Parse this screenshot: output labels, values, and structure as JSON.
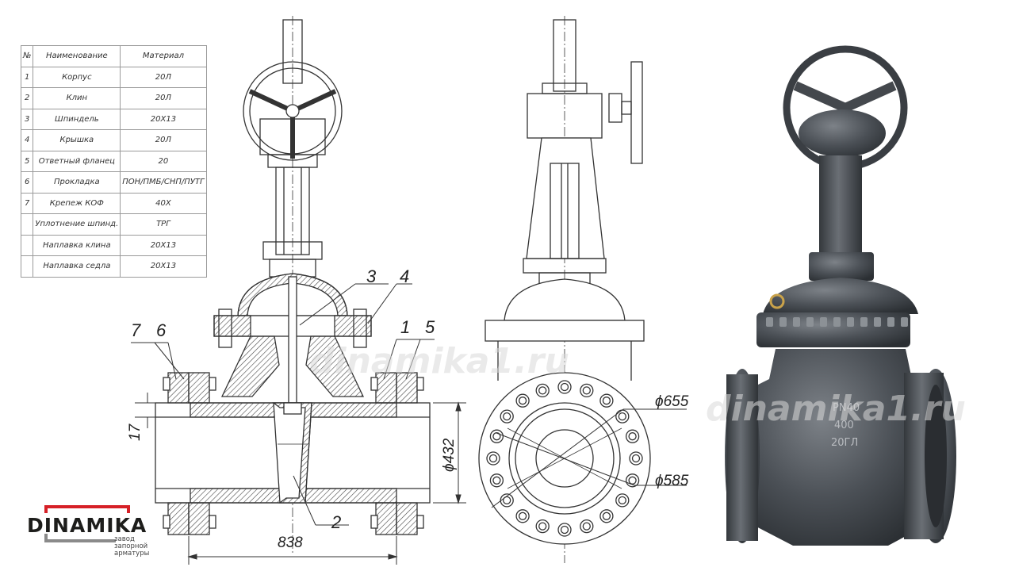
{
  "spec_table": {
    "headers": [
      "№",
      "Наименование",
      "Материал"
    ],
    "rows": [
      [
        "1",
        "Корпус",
        "20Л"
      ],
      [
        "2",
        "Клин",
        "20Л"
      ],
      [
        "3",
        "Шпиндель",
        "20Х13"
      ],
      [
        "4",
        "Крышка",
        "20Л"
      ],
      [
        "5",
        "Ответный фланец",
        "20"
      ],
      [
        "6",
        "Прокладка",
        "ПОН/ПМБ/СНП/ПУТГ"
      ],
      [
        "7",
        "Крепеж КОФ",
        "40Х"
      ],
      [
        "",
        "Уплотнение шпинд.",
        "ТРГ"
      ],
      [
        "",
        "Наплавка клина",
        "20Х13"
      ],
      [
        "",
        "Наплавка седла",
        "20Х13"
      ]
    ]
  },
  "dimensions": {
    "flange_thickness": "17",
    "bore": "ϕ432",
    "length": "838",
    "bolt_circle": "ϕ585",
    "flange_outer": "ϕ655"
  },
  "callouts": [
    "1",
    "2",
    "3",
    "4",
    "5",
    "6",
    "7"
  ],
  "watermarks": {
    "drawing": "dinamika1.ru",
    "photo": "dinamika1.ru"
  },
  "casting_marks": [
    "PN40",
    "400",
    "20ГЛ"
  ],
  "logo": {
    "name": "DINAMIKA",
    "subtitle_lines": [
      "завод",
      "запорной",
      "арматуры"
    ],
    "colors": {
      "accent": "#d62027",
      "secondary": "#8a8a8a"
    }
  }
}
